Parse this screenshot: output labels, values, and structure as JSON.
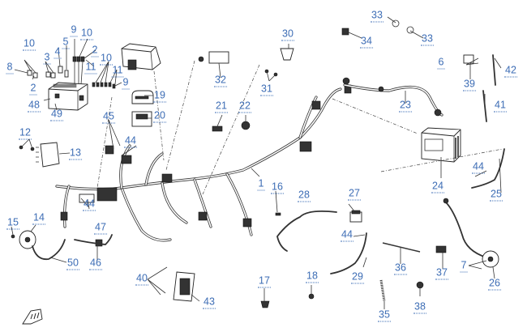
{
  "diagram": {
    "type": "exploded-parts-diagram",
    "label_color": "#3d6db5",
    "orientation_icon": "front-direction-arrow-icon",
    "callouts": [
      {
        "id": "c10a",
        "label": "10"
      },
      {
        "id": "c8",
        "label": "8"
      },
      {
        "id": "c2a",
        "label": "2"
      },
      {
        "id": "c3",
        "label": "3"
      },
      {
        "id": "c4",
        "label": "4"
      },
      {
        "id": "c5",
        "label": "5"
      },
      {
        "id": "c9a",
        "label": "9"
      },
      {
        "id": "c10b",
        "label": "10"
      },
      {
        "id": "c2b",
        "label": "2"
      },
      {
        "id": "c11a",
        "label": "11"
      },
      {
        "id": "c10c",
        "label": "10"
      },
      {
        "id": "c11b",
        "label": "11"
      },
      {
        "id": "c9b",
        "label": "9"
      },
      {
        "id": "c48",
        "label": "48"
      },
      {
        "id": "c49",
        "label": "49"
      },
      {
        "id": "c19",
        "label": "19"
      },
      {
        "id": "c20",
        "label": "20"
      },
      {
        "id": "c45",
        "label": "45"
      },
      {
        "id": "c12",
        "label": "12"
      },
      {
        "id": "c13",
        "label": "13"
      },
      {
        "id": "c44a",
        "label": "44"
      },
      {
        "id": "c44b",
        "label": "44"
      },
      {
        "id": "c47",
        "label": "47"
      },
      {
        "id": "c15",
        "label": "15"
      },
      {
        "id": "c14",
        "label": "14"
      },
      {
        "id": "c50",
        "label": "50"
      },
      {
        "id": "c46",
        "label": "46"
      },
      {
        "id": "c40",
        "label": "40"
      },
      {
        "id": "c43",
        "label": "43"
      },
      {
        "id": "c32",
        "label": "32"
      },
      {
        "id": "c30",
        "label": "30"
      },
      {
        "id": "c31",
        "label": "31"
      },
      {
        "id": "c21",
        "label": "21"
      },
      {
        "id": "c22",
        "label": "22"
      },
      {
        "id": "c1",
        "label": "1"
      },
      {
        "id": "c16",
        "label": "16"
      },
      {
        "id": "c28",
        "label": "28"
      },
      {
        "id": "c27",
        "label": "27"
      },
      {
        "id": "c44c",
        "label": "44"
      },
      {
        "id": "c29",
        "label": "29"
      },
      {
        "id": "c17",
        "label": "17"
      },
      {
        "id": "c18",
        "label": "18"
      },
      {
        "id": "c36",
        "label": "36"
      },
      {
        "id": "c35",
        "label": "35"
      },
      {
        "id": "c38",
        "label": "38"
      },
      {
        "id": "c37",
        "label": "37"
      },
      {
        "id": "c33a",
        "label": "33"
      },
      {
        "id": "c34",
        "label": "34"
      },
      {
        "id": "c33b",
        "label": "33"
      },
      {
        "id": "c6",
        "label": "6"
      },
      {
        "id": "c39",
        "label": "39"
      },
      {
        "id": "c42",
        "label": "42"
      },
      {
        "id": "c41",
        "label": "41"
      },
      {
        "id": "c23",
        "label": "23"
      },
      {
        "id": "c24",
        "label": "24"
      },
      {
        "id": "c44d",
        "label": "44"
      },
      {
        "id": "c25",
        "label": "25"
      },
      {
        "id": "c7",
        "label": "7"
      },
      {
        "id": "c26",
        "label": "26"
      }
    ]
  }
}
